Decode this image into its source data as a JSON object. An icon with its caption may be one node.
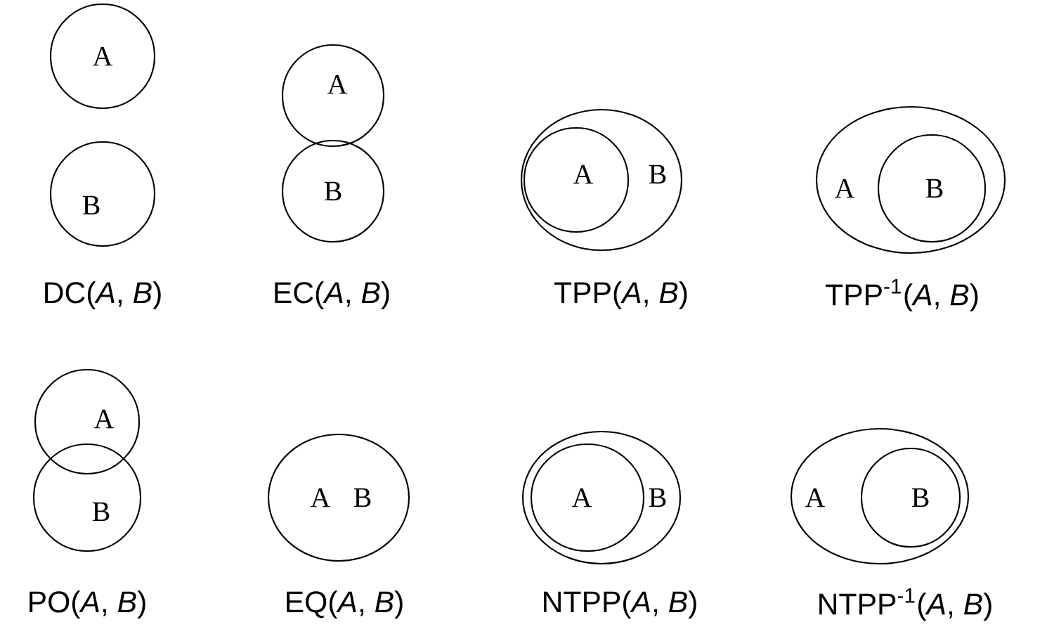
{
  "diagram": {
    "nodes": [
      {
        "text": [
          "A"
        ]
      },
      {
        "text": [
          "B"
        ]
      },
      {
        "text": [
          "A"
        ]
      },
      {
        "text": [
          "B"
        ]
      },
      {
        "text": [
          "B"
        ]
      },
      {
        "text": [
          "A"
        ],
        "in": 4
      },
      {
        "text": [
          "A"
        ]
      },
      {
        "text": [
          "B"
        ],
        "in": 6
      },
      {
        "text": [
          "A"
        ]
      },
      {
        "text": [
          "B"
        ]
      },
      {
        "text": [
          "A",
          "B"
        ]
      },
      {
        "text": [
          "B"
        ]
      },
      {
        "text": [
          "A"
        ],
        "in": 11
      },
      {
        "text": [
          "A"
        ]
      },
      {
        "text": [
          "B"
        ],
        "in": 13
      }
    ],
    "labels": [
      "DC(*A*, *B*)",
      "EC(*A*, *B*)",
      "TPP(*A*, *B*)",
      "TPP$^{-1}$(*A*, *B*)",
      "PO(*A*, *B*)",
      "EQ(*A*, *B*)",
      "NTPP(*A*, *B*)",
      "NTPP$^{-1}$(*A*, *B*)"
    ]
  }
}
